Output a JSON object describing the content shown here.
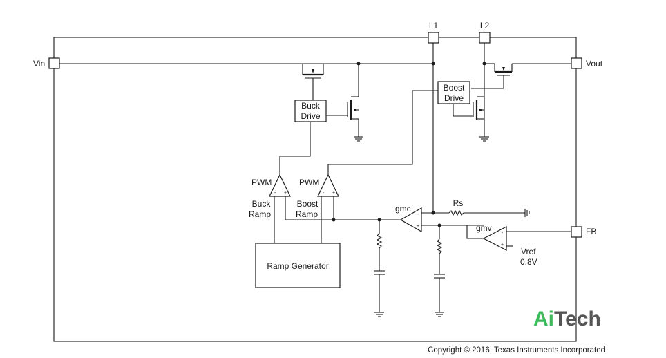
{
  "pins": {
    "vin": "Vin",
    "vout": "Vout",
    "l1": "L1",
    "l2": "L2",
    "fb": "FB"
  },
  "blocks": {
    "buck_drive": [
      "Buck",
      "Drive"
    ],
    "boost_drive": [
      "Boost",
      "Drive"
    ],
    "ramp_generator": "Ramp Generator"
  },
  "comparators": {
    "pwm_buck": "PWM",
    "pwm_boost": "PWM",
    "buck_ramp": [
      "Buck",
      "Ramp"
    ],
    "boost_ramp": [
      "Boost",
      "Ramp"
    ],
    "minus_sign": "-",
    "plus_sign": "+"
  },
  "amplifiers": {
    "gmc": "gmc",
    "gmv": "gmv"
  },
  "sense": {
    "rs": "Rs"
  },
  "reference": {
    "label": "Vref",
    "value": "0.8V"
  },
  "watermark": {
    "part1": "Ai",
    "part2": "Tech",
    "color1": "#3dbb5a",
    "color2": "#555555"
  },
  "copyright": "Copyright © 2016, Texas Instruments Incorporated"
}
